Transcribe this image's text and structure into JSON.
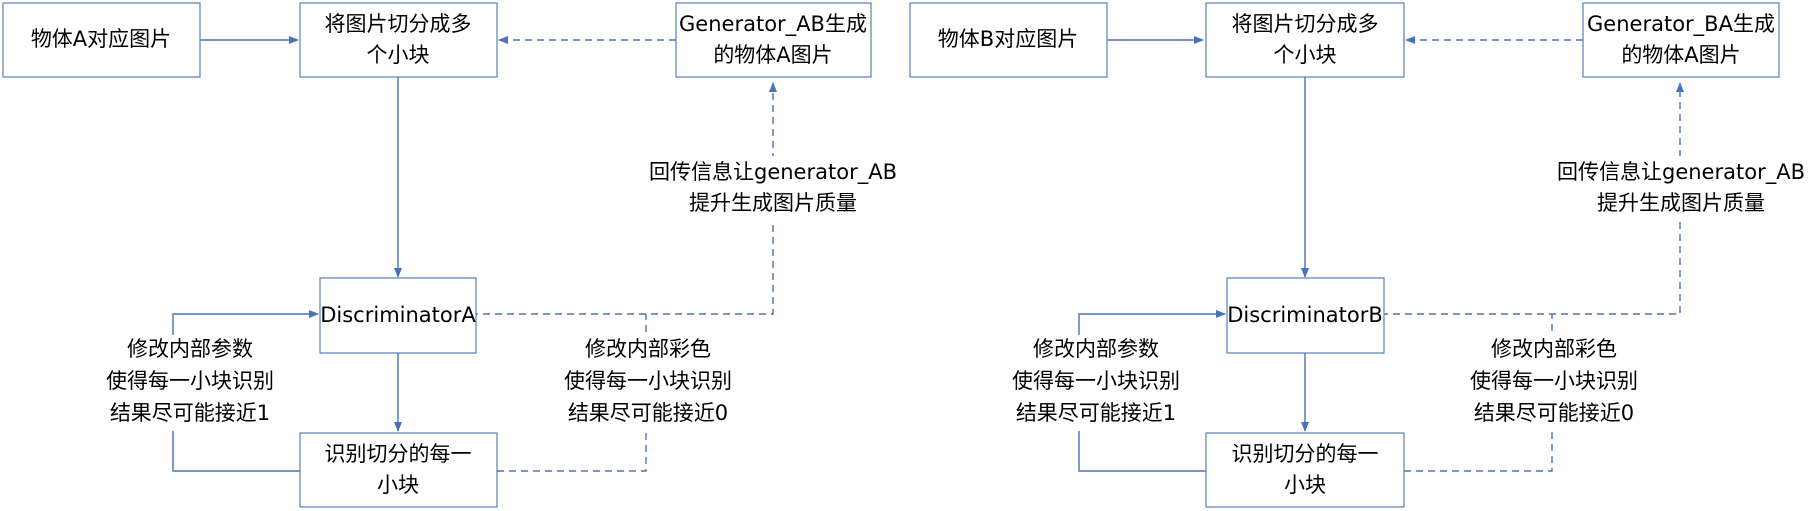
{
  "panels": [
    {
      "source": "物体A对应图片",
      "split": [
        "将图片切分成多",
        "个小块"
      ],
      "generator": [
        "Generator_AB生成",
        "的物体A图片"
      ],
      "feedback": [
        "回传信息让generator_AB",
        "提升生成图片质量"
      ],
      "discriminator": "DiscriminatorA",
      "identify": [
        "识别切分的每一",
        "小块"
      ],
      "left_note": [
        "修改内部参数",
        "使得每一小块识别",
        "结果尽可能接近1"
      ],
      "right_note": [
        "修改内部彩色",
        "使得每一小块识别",
        "结果尽可能接近0"
      ]
    },
    {
      "source": "物体B对应图片",
      "split": [
        "将图片切分成多",
        "个小块"
      ],
      "generator": [
        "Generator_BA生成",
        "的物体A图片"
      ],
      "feedback": [
        "回传信息让generator_AB",
        "提升生成图片质量"
      ],
      "discriminator": "DiscriminatorB",
      "identify": [
        "识别切分的每一",
        "小块"
      ],
      "left_note": [
        "修改内部参数",
        "使得每一小块识别",
        "结果尽可能接近1"
      ],
      "right_note": [
        "修改内部彩色",
        "使得每一小块识别",
        "结果尽可能接近0"
      ]
    }
  ]
}
